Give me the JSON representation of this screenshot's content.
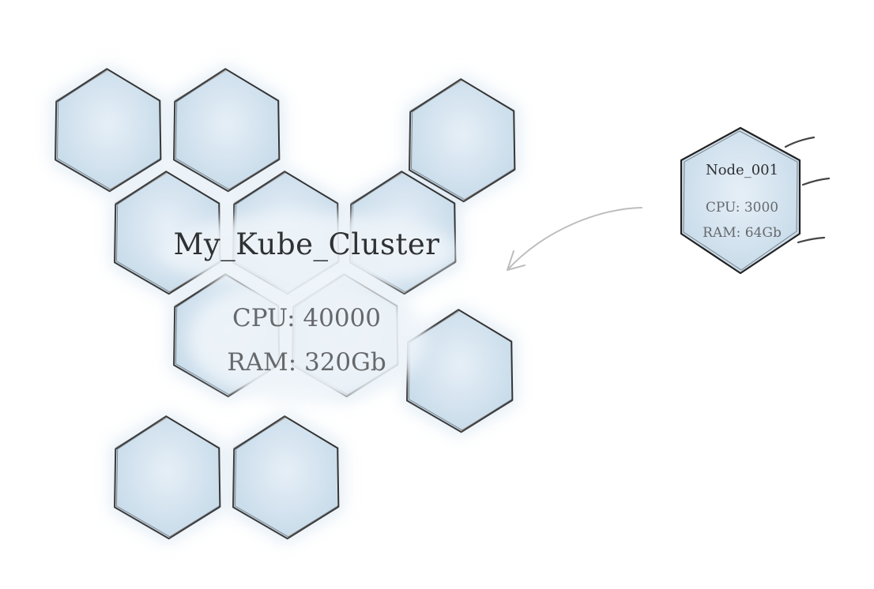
{
  "cluster": {
    "name": "My_Kube_Cluster",
    "cpu_label": "CPU: 40000",
    "ram_label": "RAM: 320Gb"
  },
  "node": {
    "name": "Node_001",
    "cpu_label": "CPU: 3000",
    "ram_label": "RAM: 64Gb"
  },
  "colors": {
    "hex_fill": "#cfe0ee",
    "hex_stroke": "#222222",
    "inner_stroke": "#c9c9c9",
    "halo": "#eef4f9",
    "arrow": "#bdbdbd"
  }
}
